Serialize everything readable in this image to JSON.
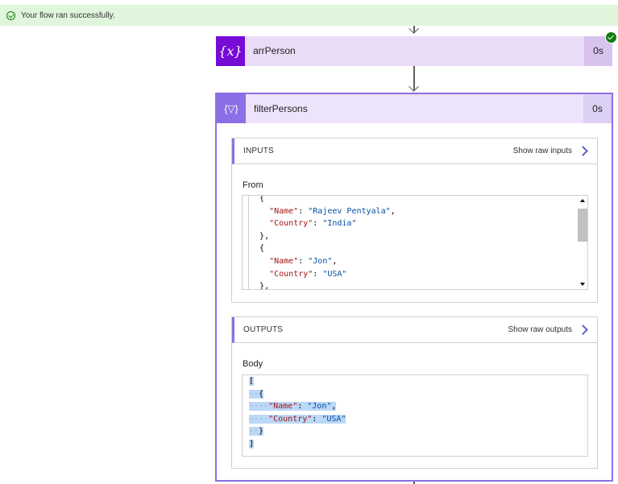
{
  "banner": {
    "message": "Your flow ran successfully.",
    "icon": "check-circle-icon"
  },
  "actions": [
    {
      "title": "arrPerson",
      "duration": "0s",
      "icon_text": "{x}",
      "icon": "variable-icon"
    },
    {
      "title": "filterPersons",
      "duration": "0s",
      "icon_text": "{▽}",
      "icon": "filter-array-icon"
    }
  ],
  "inputs": {
    "heading": "INPUTS",
    "raw_link": "Show raw inputs",
    "field_label": "From",
    "code_lines": [
      {
        "indent": "  ",
        "text": "{"
      },
      {
        "indent": "    ",
        "key": "\"Name\"",
        "value": "\"Rajeev Pentyala\"",
        "tail": ","
      },
      {
        "indent": "    ",
        "key": "\"Country\"",
        "value": "\"India\"",
        "tail": ""
      },
      {
        "indent": "  ",
        "text": "},"
      },
      {
        "indent": "  ",
        "text": "{"
      },
      {
        "indent": "    ",
        "key": "\"Name\"",
        "value": "\"Jon\"",
        "tail": ","
      },
      {
        "indent": "    ",
        "key": "\"Country\"",
        "value": "\"USA\"",
        "tail": ""
      },
      {
        "indent": "  ",
        "text": "},"
      }
    ]
  },
  "outputs": {
    "heading": "OUTPUTS",
    "raw_link": "Show raw outputs",
    "field_label": "Body",
    "code_lines": [
      {
        "indent": "",
        "text": "["
      },
      {
        "indent": "··",
        "text": "{"
      },
      {
        "indent": "····",
        "key": "\"Name\"",
        "value": "\"Jon\"",
        "tail": ","
      },
      {
        "indent": "····",
        "key": "\"Country\"",
        "value": "\"USA\"",
        "tail": ""
      },
      {
        "indent": "··",
        "text": "}"
      },
      {
        "indent": "",
        "text": "]"
      }
    ]
  },
  "colors": {
    "success_bg": "#dff6dd",
    "variable_icon": "#770bd6",
    "accent": "#8c6fe6",
    "selection": "#bcd8f7",
    "json_key": "#a31515",
    "json_string": "#0451a5"
  }
}
